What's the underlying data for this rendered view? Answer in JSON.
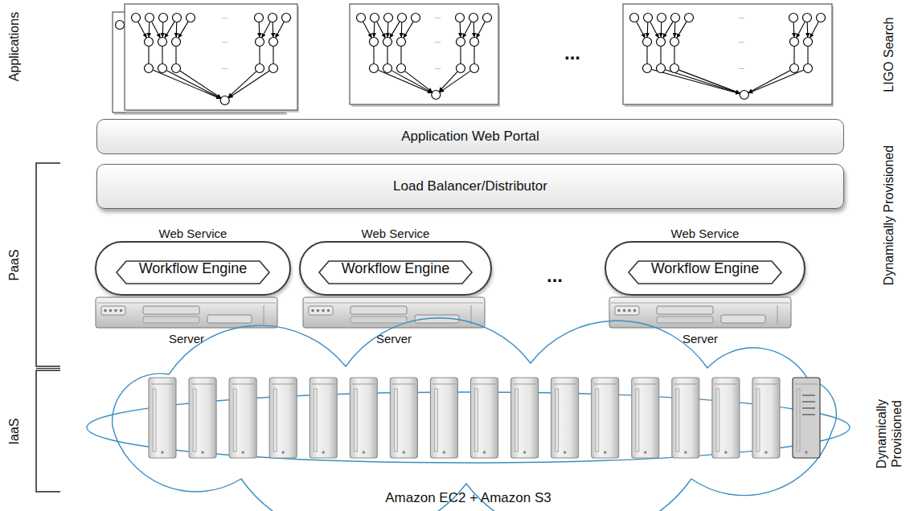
{
  "diagram": {
    "nodes": [
      {
        "text": [
          "Application Web Portal"
        ]
      },
      {
        "text": [
          "Load Balancer/Distributor"
        ]
      },
      {
        "text": [
          "Web Service"
        ]
      },
      {
        "text": [
          "Workflow Engine"
        ],
        "in": 2
      },
      {
        "text": [
          "Web Service"
        ]
      },
      {
        "text": [
          "Workflow Engine"
        ],
        "in": 4
      },
      {
        "text": [
          "Web Service"
        ]
      },
      {
        "text": [
          "Workflow Engine"
        ],
        "in": 6
      },
      {
        "text": [
          "Server"
        ]
      },
      {
        "text": [
          "Server"
        ]
      },
      {
        "text": [
          "Server"
        ]
      },
      {
        "text": [
          "Amazon EC2 + Amazon S3"
        ]
      }
    ],
    "labels": [
      "Applications",
      "PaaS",
      "IaaS",
      "LIGO Search",
      "Dynamically Provisioned",
      "Dynamically Provisioned",
      "...",
      "...",
      "...",
      "...",
      "...",
      "...",
      "...",
      "...",
      "...",
      "...",
      "..."
    ]
  }
}
